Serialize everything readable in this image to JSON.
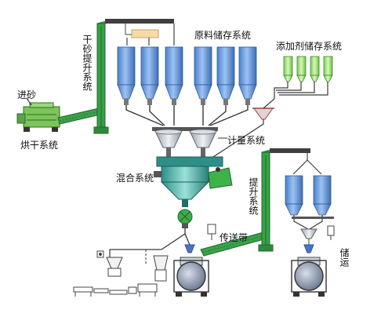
{
  "labels": {
    "jinsha": "进砂",
    "honggan": "烘干系统",
    "gansha_tisheng": "干砂提升系统",
    "yuanliao": "原料储存系统",
    "tianjiaji": "添加剂储存系统",
    "jiliang": "计量系统",
    "hunhe": "混合系统",
    "tisheng": "提升系统",
    "chuansongdai": "传送带",
    "chuyun": "储运"
  },
  "colors": {
    "silo_blue": "#6e9fe0",
    "silo_dark": "#3f6fb5",
    "green_frame": "#2e9a3a",
    "light_green": "#b9ec8f",
    "pipe": "#4a4a4a",
    "steel": "#c9ced4",
    "tank": "#7f8ea8"
  }
}
